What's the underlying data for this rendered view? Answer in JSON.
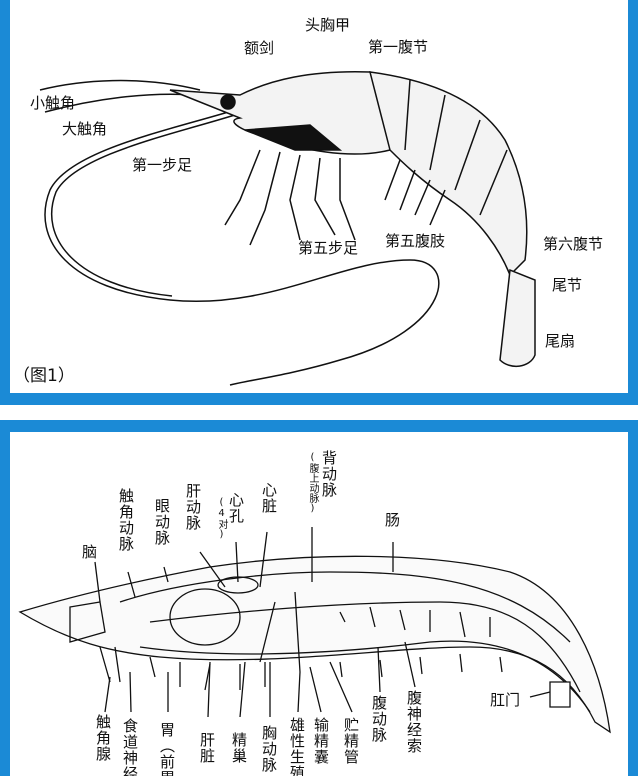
{
  "colors": {
    "frame": "#1b8ad6",
    "line": "#111111",
    "fill": "#f2f2f2"
  },
  "figure1": {
    "caption": "（图1）",
    "labels": {
      "carapace": "头胸甲",
      "rostrum": "额剑",
      "first_abdominal_segment": "第一腹节",
      "antennule": "小触角",
      "antenna": "大触角",
      "first_walking_leg": "第一步足",
      "fifth_walking_leg": "第五步足",
      "fifth_pleopod": "第五腹肢",
      "sixth_abdominal_segment": "第六腹节",
      "telson": "尾节",
      "tail_fan": "尾扇"
    }
  },
  "figure2": {
    "labels": {
      "brain": "脑",
      "antennal_artery": "触角动脉",
      "ophthalmic_artery": "眼动脉",
      "hepatic_artery": "肝动脉",
      "ostia": "心孔",
      "ostia_note": "(4对)",
      "heart": "心脏",
      "dorsal_artery": "背动脉",
      "dorsal_artery_note": "(腹上动脉)",
      "intestine": "肠",
      "antennal_gland": "触角腺",
      "esophageal_nerve": "食道神经",
      "stomach": "胃（前胃",
      "liver": "肝脏",
      "testis": "精巢",
      "thoracic_artery": "胸动脉",
      "male_genital": "雄性生殖",
      "vas_deferens": "输精囊",
      "seminal_duct": "贮精管",
      "abdominal_artery": "腹动脉",
      "ventral_nerve_cord": "腹神经索",
      "anus": "肛门"
    }
  }
}
